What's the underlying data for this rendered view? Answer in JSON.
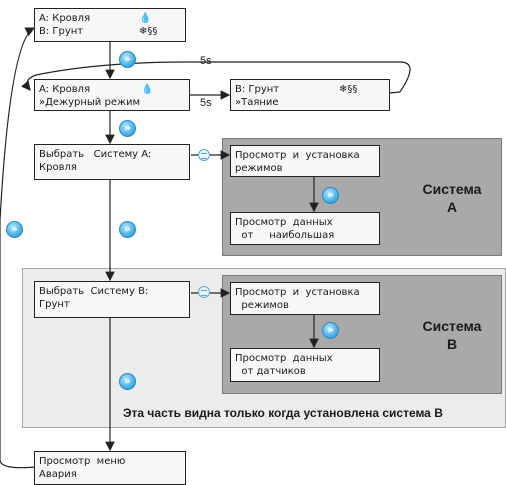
{
  "screen_top": {
    "line1": "A: Кровля",
    "line2": "B: Грунт"
  },
  "screen_duty": {
    "line1": "A: Кровля",
    "line2": "»Дежурный режим"
  },
  "screen_thaw": {
    "line1": "B: Грунт",
    "line2": "»Таяние"
  },
  "screen_select_a": {
    "line1": "Выбрать   Систему A:",
    "line2": "Кровля"
  },
  "screen_mode_a": {
    "line1": "Просмотр  и  установка",
    "line2": "режимов"
  },
  "screen_data_a": {
    "line1": "Просмотр  данных",
    "line2": "  от     наибольшая"
  },
  "screen_select_b": {
    "line1": "Выбрать  Систему B:",
    "line2": "Грунт"
  },
  "screen_mode_b": {
    "line1": "Просмотр  и  установка",
    "line2": "  режимов"
  },
  "screen_data_b": {
    "line1": "Просмотр  данных",
    "line2": "  от датчиков"
  },
  "screen_alarm": {
    "line1": "Просмотр  меню",
    "line2": "Авария"
  },
  "timer_label_top": "5s",
  "timer_label_mid": "5s",
  "system_a": {
    "line1": "Система",
    "line2": "A"
  },
  "system_b": {
    "line1": "Система",
    "line2": "B"
  },
  "note_b_only": "Эта часть видна только когда установлена система B",
  "icons": {
    "drop": "💧",
    "snow": "❄",
    "heat": "§§",
    "next": "»"
  },
  "colors": {
    "button_blue": "#3aa7e3",
    "panel_dark": "#a9a9a9",
    "panel_light": "#ececec"
  }
}
